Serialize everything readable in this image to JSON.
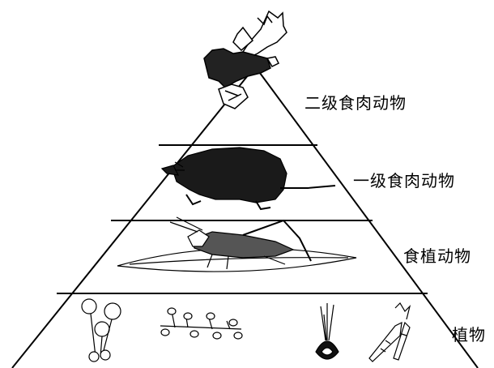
{
  "levels": [
    {
      "label": "二级食肉动物",
      "organism": "eagle-icon"
    },
    {
      "label": "一级食肉动物",
      "organism": "shrew-icon"
    },
    {
      "label": "食植动物",
      "organism": "grasshopper-icon"
    },
    {
      "label": "植物",
      "organism": "plant-icons"
    }
  ],
  "colors": {
    "line": "#000000",
    "background": "#ffffff"
  }
}
